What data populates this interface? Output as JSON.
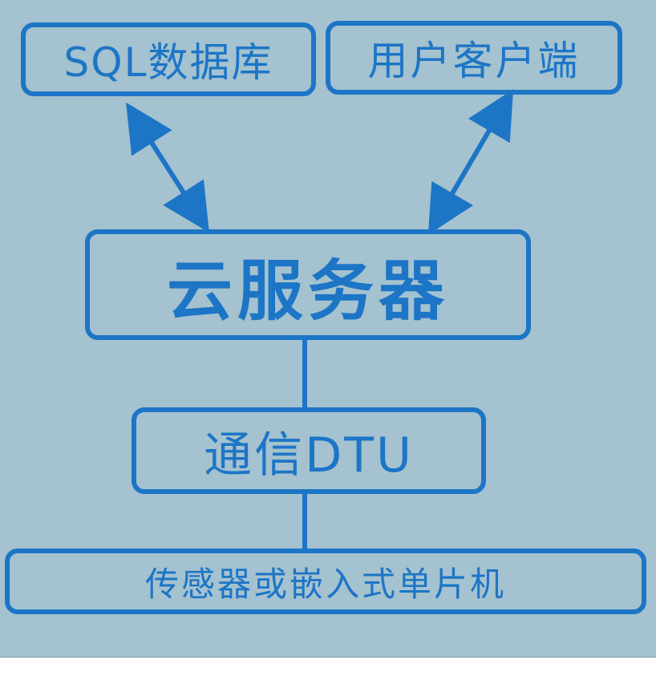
{
  "diagram": {
    "nodes": {
      "sql_database": "SQL数据库",
      "user_client": "用户客户端",
      "cloud_server": "云服务器",
      "comm_dtu": "通信DTU",
      "sensor_mcu": "传感器或嵌入式单片机"
    },
    "edges": [
      {
        "from": "sql_database",
        "to": "cloud_server",
        "style": "bidirectional-arrow"
      },
      {
        "from": "user_client",
        "to": "cloud_server",
        "style": "bidirectional-arrow"
      },
      {
        "from": "cloud_server",
        "to": "comm_dtu",
        "style": "line"
      },
      {
        "from": "comm_dtu",
        "to": "sensor_mcu",
        "style": "line"
      }
    ],
    "colors": {
      "background": "#a4c2cf",
      "accent": "#1d75c6"
    }
  }
}
